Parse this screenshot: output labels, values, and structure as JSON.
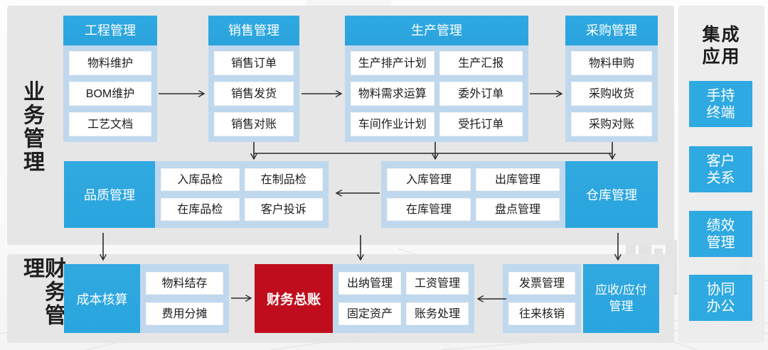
{
  "colors": {
    "accent_blue": "#2fa9e1",
    "container_light_blue": "#bfd8ee",
    "ledger_red": "#c00d1d",
    "band_gray": "#e5e5e5",
    "arrow_color": "#2b2b2b"
  },
  "left_labels": {
    "business": "业务管理",
    "finance": "财务管理"
  },
  "top_groups": [
    {
      "header": "工程管理",
      "items": [
        "物料维护",
        "BOM维护",
        "工艺文档"
      ]
    },
    {
      "header": "销售管理",
      "items": [
        "销售订单",
        "销售发货",
        "销售对账"
      ]
    },
    {
      "header": "生产管理",
      "items": [
        "生产排产计划",
        "生产汇报",
        "物料需求运算",
        "委外订单",
        "车间作业计划",
        "受托订单"
      ]
    },
    {
      "header": "采购管理",
      "items": [
        "物料申购",
        "采购收货",
        "采购对账"
      ]
    }
  ],
  "middle_row": {
    "quality_box": "品质管理",
    "quality_items": [
      "入库品检",
      "在制品检",
      "在库品检",
      "客户投诉"
    ],
    "warehouse_items": [
      "入库管理",
      "出库管理",
      "在库管理",
      "盘点管理"
    ],
    "warehouse_box": "仓库管理"
  },
  "finance_row": {
    "cost_box": "成本核算",
    "cost_items": [
      "物料结存",
      "费用分摊"
    ],
    "ledger_box": "财务总账",
    "ledger_items": [
      "出纳管理",
      "工资管理",
      "固定资产",
      "账务处理"
    ],
    "invoice_items": [
      "发票管理",
      "往来核销"
    ],
    "ar_ap_box": "应收/应付\n管理"
  },
  "right_panel": {
    "title": "集成\n应用",
    "items": [
      "手持\n终端",
      "客户\n关系",
      "绩效\n管理",
      "协同\n办公"
    ]
  }
}
